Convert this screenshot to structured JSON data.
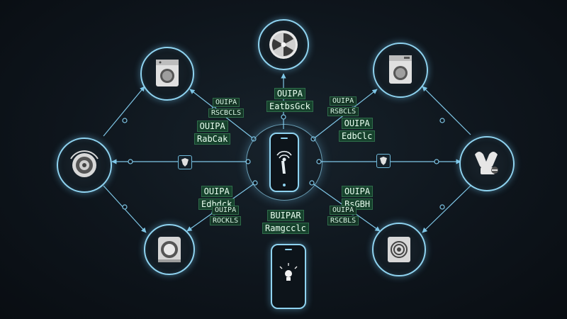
{
  "diagram": {
    "hub": {
      "icon": "phone-signal-icon"
    },
    "bottom_device": {
      "icon": "phone-bulb-icon"
    },
    "nodes": [
      {
        "id": "top",
        "icon": "fan-icon"
      },
      {
        "id": "top-left",
        "icon": "washing-machine-icon"
      },
      {
        "id": "top-right",
        "icon": "washing-machine-icon"
      },
      {
        "id": "left",
        "icon": "speaker-icon"
      },
      {
        "id": "right",
        "icon": "robot-arm-icon"
      },
      {
        "id": "bottom-left",
        "icon": "stove-icon"
      },
      {
        "id": "bottom-right",
        "icon": "router-icon"
      }
    ],
    "labels": {
      "top_center": [
        "OUIPA",
        "EatbsGck"
      ],
      "upper_left_small": [
        "OUIPA",
        "RSCBCLS"
      ],
      "upper_left_big": [
        "OUIPA",
        "RabCak"
      ],
      "upper_right_small": [
        "OUIPA",
        "RSBCLS"
      ],
      "upper_right_big": [
        "OUIPA",
        "EdbClc"
      ],
      "lower_left_big": [
        "OUIPA",
        "Edbdck"
      ],
      "lower_left_small": [
        "OUIPA",
        "ROCKLS"
      ],
      "lower_right_big": [
        "OUIPA",
        "BsGBH"
      ],
      "lower_right_small": [
        "OUIPA",
        "RSCBLS"
      ],
      "bottom_center": [
        "BUIPAR",
        "Ramgcclc"
      ]
    },
    "link_icons": [
      "shield-left-icon",
      "shield-right-icon"
    ],
    "colors": {
      "line": "#7fc6e6",
      "ring": "#8fd3f0",
      "tag_bg": "#153526",
      "tag_text": "#d8f5e3",
      "background": "#0e151c"
    }
  }
}
